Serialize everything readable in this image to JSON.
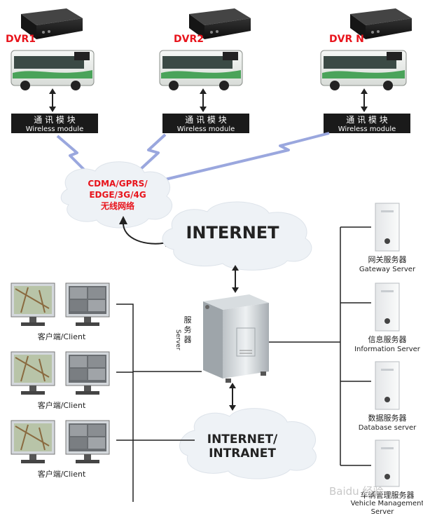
{
  "dvrs": [
    {
      "label": "DVR1",
      "module_cn": "通 讯 模 块",
      "module_en": "Wireless module"
    },
    {
      "label": "DVR2",
      "module_cn": "通 讯 模 块",
      "module_en": "Wireless module"
    },
    {
      "label": "DVR N",
      "module_cn": "通 讯 模 块",
      "module_en": "Wireless module"
    }
  ],
  "wireless_cloud": {
    "line1": "CDMA/GPRS/",
    "line2": "EDGE/3G/4G",
    "line3": "无线网络"
  },
  "internet_label": "INTERNET",
  "intranet_label": {
    "line1": "INTERNET/",
    "line2": "INTRANET"
  },
  "server": {
    "cn": "服务器",
    "en": "Server"
  },
  "clients": [
    {
      "label": "客户端/Client"
    },
    {
      "label": "客户端/Client"
    },
    {
      "label": "客户端/Client"
    }
  ],
  "servers": [
    {
      "cn": "网关服务器",
      "en": "Gateway Server"
    },
    {
      "cn": "信息服务器",
      "en": "Information Server"
    },
    {
      "cn": "数据服务器",
      "en": "Database server"
    },
    {
      "cn": "车辆管理服务器",
      "en": "Vehicle Management",
      "en2": "Server"
    }
  ],
  "watermark": "Baidu 经验",
  "colors": {
    "accent_red": "#e8141c",
    "module_bg": "#1a1a1a",
    "cloud": "#eef2f6",
    "lightning": "#9aa7de"
  }
}
